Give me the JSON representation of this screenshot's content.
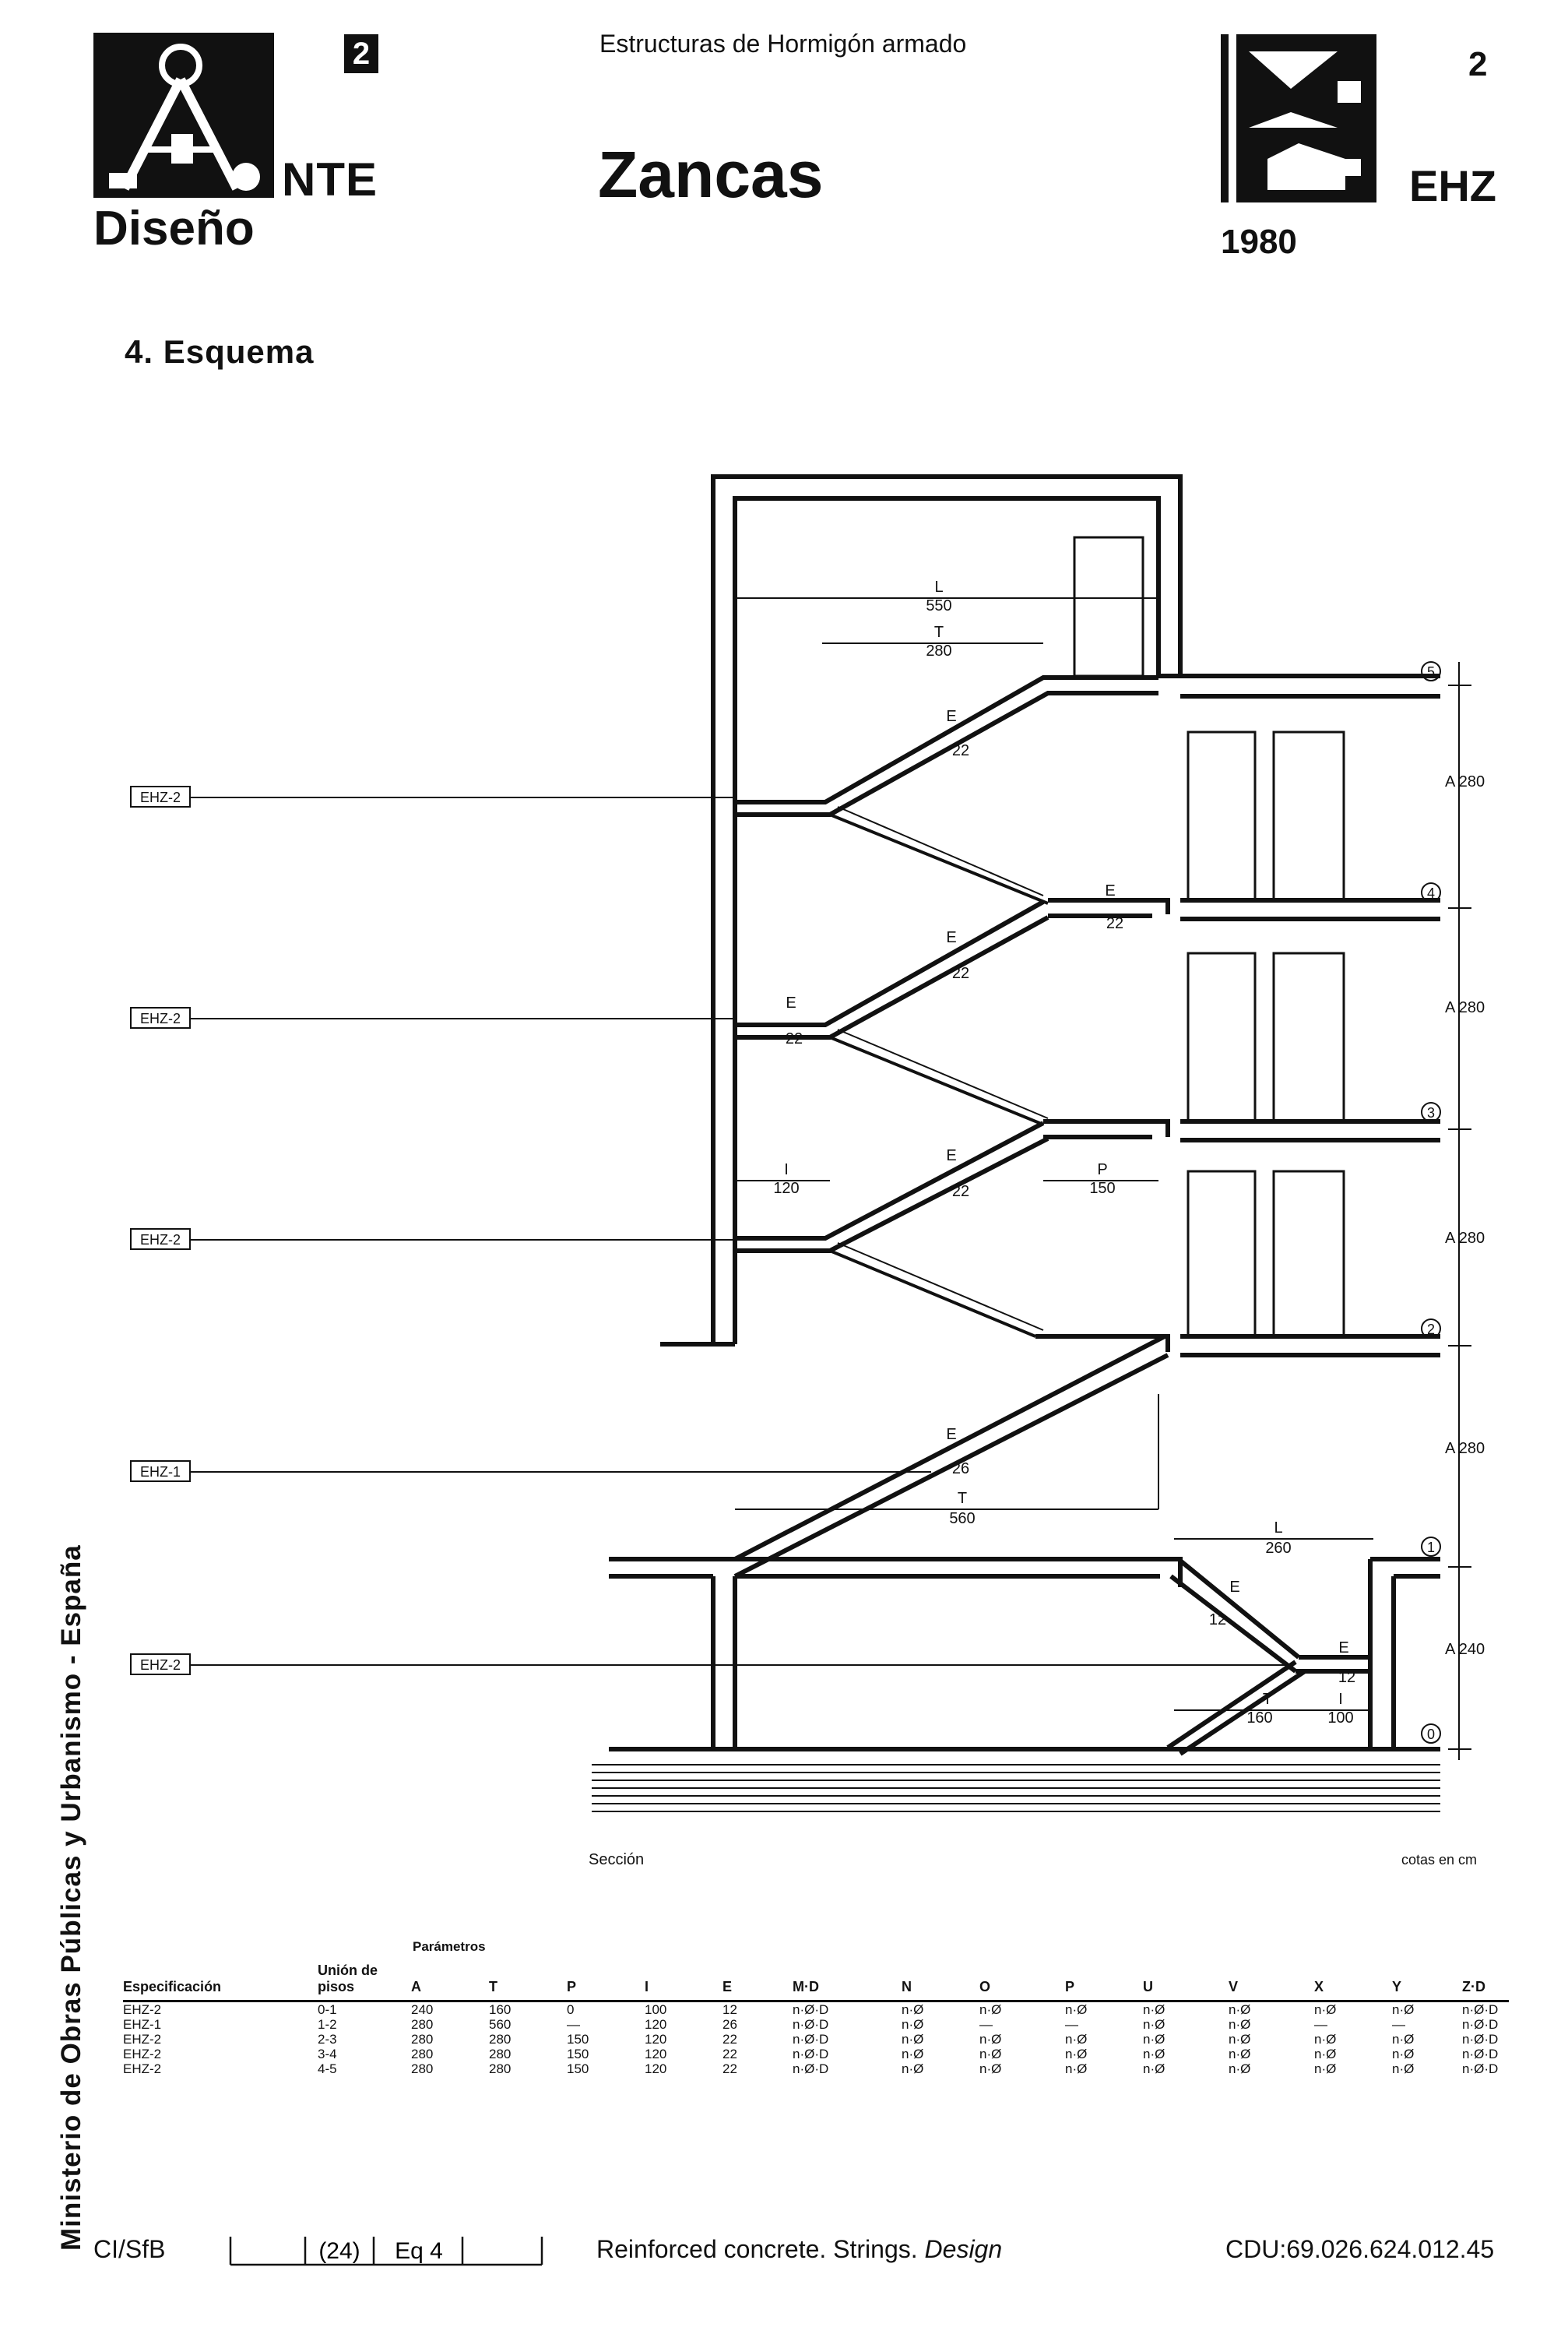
{
  "header": {
    "badge": "2",
    "nte": "NTE",
    "diseno": "Diseño",
    "subject": "Estructuras de Hormigón armado",
    "title": "Zancas",
    "code_number": "2",
    "code": "EHZ",
    "year": "1980"
  },
  "section_heading": "4. Esquema",
  "side_text": "Ministerio de Obras Públicas y Urbanismo - España",
  "drawing": {
    "section_caption": "Sección",
    "units_caption": "cotas en cm",
    "floor_markers": [
      "5",
      "4",
      "3",
      "2",
      "1",
      "0"
    ],
    "height_dims": [
      "A 280",
      "A 280",
      "A 280",
      "A 280",
      "A 240"
    ],
    "ref_labels": [
      "EHZ-2",
      "EHZ-2",
      "EHZ-2",
      "EHZ-1",
      "EHZ-2"
    ],
    "dims": {
      "L550": "550",
      "T280": "280",
      "E22a": "22",
      "E22b": "22",
      "E22c": "22",
      "E22d": "22",
      "E22e": "22",
      "I120": "120",
      "P150": "150",
      "E26": "26",
      "T560": "560",
      "L260": "260",
      "E12a": "12",
      "E12b": "12",
      "T160": "160",
      "I100": "100"
    },
    "letters": {
      "L": "L",
      "T": "T",
      "E": "E",
      "P": "P",
      "I": "I"
    }
  },
  "table": {
    "params_title": "Parámetros",
    "headers": [
      "Especificación",
      "Unión de pisos",
      "A",
      "T",
      "P",
      "I",
      "E",
      "M·D",
      "N",
      "O",
      "P",
      "U",
      "V",
      "X",
      "Y",
      "Z·D"
    ],
    "rows": [
      [
        "EHZ-2",
        "0-1",
        "240",
        "160",
        "0",
        "100",
        "12",
        "n·Ø·D",
        "n·Ø",
        "n·Ø",
        "n·Ø",
        "n·Ø",
        "n·Ø",
        "n·Ø",
        "n·Ø",
        "n·Ø·D"
      ],
      [
        "EHZ-1",
        "1-2",
        "280",
        "560",
        "—",
        "120",
        "26",
        "n·Ø·D",
        "n·Ø",
        "—",
        "—",
        "n·Ø",
        "n·Ø",
        "—",
        "—",
        "n·Ø·D"
      ],
      [
        "EHZ-2",
        "2-3",
        "280",
        "280",
        "150",
        "120",
        "22",
        "n·Ø·D",
        "n·Ø",
        "n·Ø",
        "n·Ø",
        "n·Ø",
        "n·Ø",
        "n·Ø",
        "n·Ø",
        "n·Ø·D"
      ],
      [
        "EHZ-2",
        "3-4",
        "280",
        "280",
        "150",
        "120",
        "22",
        "n·Ø·D",
        "n·Ø",
        "n·Ø",
        "n·Ø",
        "n·Ø",
        "n·Ø",
        "n·Ø",
        "n·Ø",
        "n·Ø·D"
      ],
      [
        "EHZ-2",
        "4-5",
        "280",
        "280",
        "150",
        "120",
        "22",
        "n·Ø·D",
        "n·Ø",
        "n·Ø",
        "n·Ø",
        "n·Ø",
        "n·Ø",
        "n·Ø",
        "n·Ø",
        "n·Ø·D"
      ]
    ]
  },
  "footer": {
    "cisfb": "CI/SfB",
    "box1": "(24)",
    "box2": "Eq 4",
    "text": "Reinforced concrete. Strings.",
    "text_italic": "Design",
    "cdu": "CDU:69.026.624.012.45"
  }
}
